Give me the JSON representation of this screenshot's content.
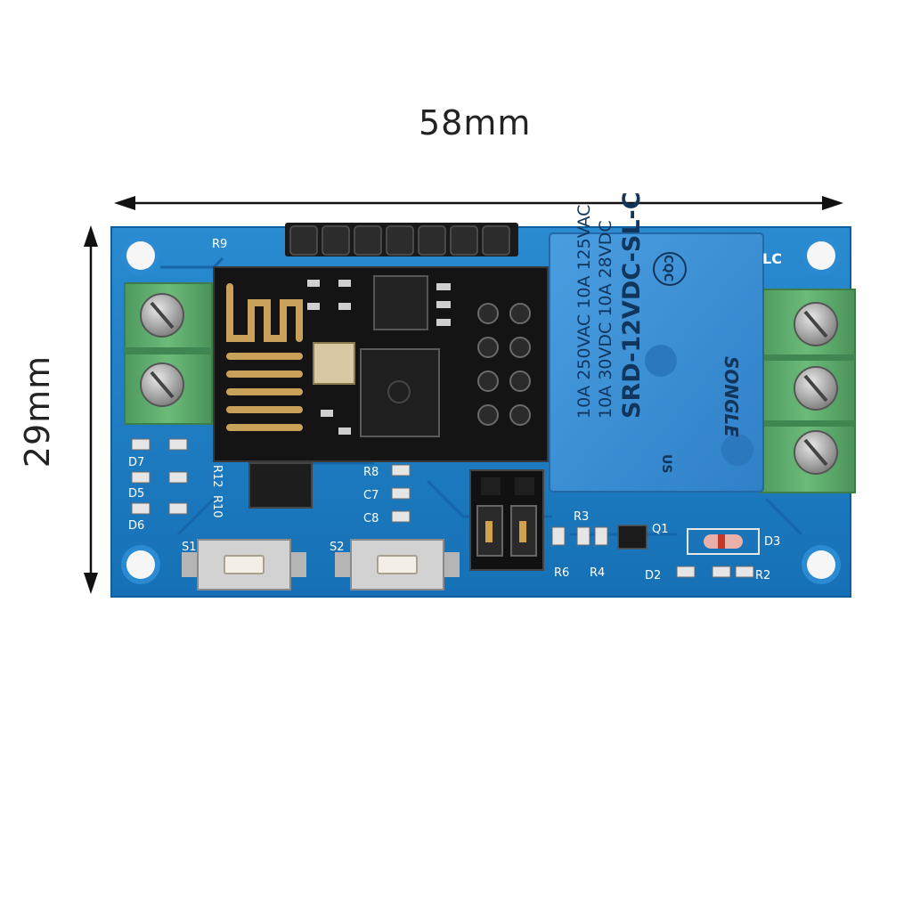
{
  "dimensions": {
    "width": "58mm",
    "height": "29mm"
  },
  "colors": {
    "pcb": "#1e7fc4",
    "pcb_dark": "#0d5f9f",
    "terminal": "#5aa86a",
    "relay": "#3a8fd6",
    "module": "#151515",
    "antenna": "#c9a15a"
  },
  "pcb_labels": {
    "r9": "R9",
    "lc": "LC",
    "d7": "D7",
    "d5": "D5",
    "d6": "D6",
    "r12": "R12",
    "r10": "R10",
    "r8": "R8",
    "c7": "C7",
    "c8": "C8",
    "s1": "S1",
    "s2": "S2",
    "r3": "R3",
    "r6": "R6",
    "r4": "R4",
    "q1": "Q1",
    "d3": "D3",
    "d2": "D2",
    "r2": "R2"
  },
  "relay_text": {
    "line1": "10A 250VAC 10A 125VAC",
    "line2": "10A 30VDC 10A 28VDC",
    "line3": "SRD-12VDC-SL-C",
    "cqc": "CQC",
    "brand": "SONGLE",
    "us": "US"
  }
}
